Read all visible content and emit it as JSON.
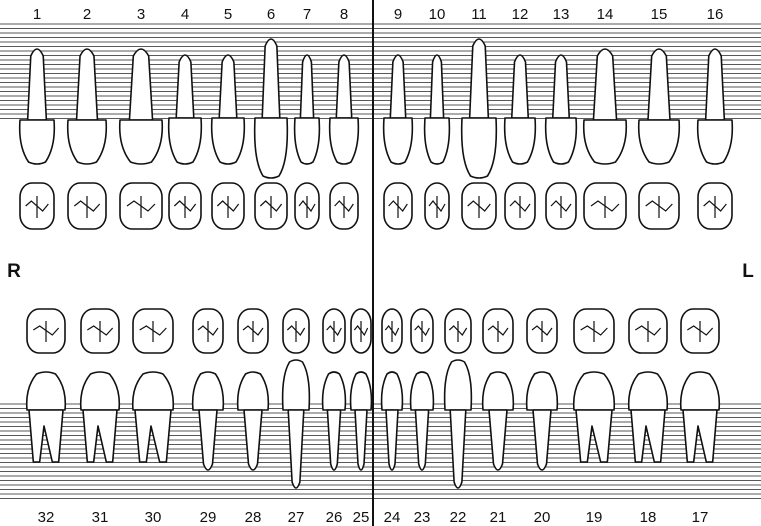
{
  "sides": {
    "right": "R",
    "left": "L"
  },
  "upper_numbers": [
    "1",
    "2",
    "3",
    "4",
    "5",
    "6",
    "7",
    "8",
    "9",
    "10",
    "11",
    "12",
    "13",
    "14",
    "15",
    "16"
  ],
  "lower_numbers": [
    "32",
    "31",
    "30",
    "29",
    "28",
    "27",
    "26",
    "25",
    "24",
    "23",
    "22",
    "21",
    "20",
    "19",
    "18",
    "17"
  ]
}
